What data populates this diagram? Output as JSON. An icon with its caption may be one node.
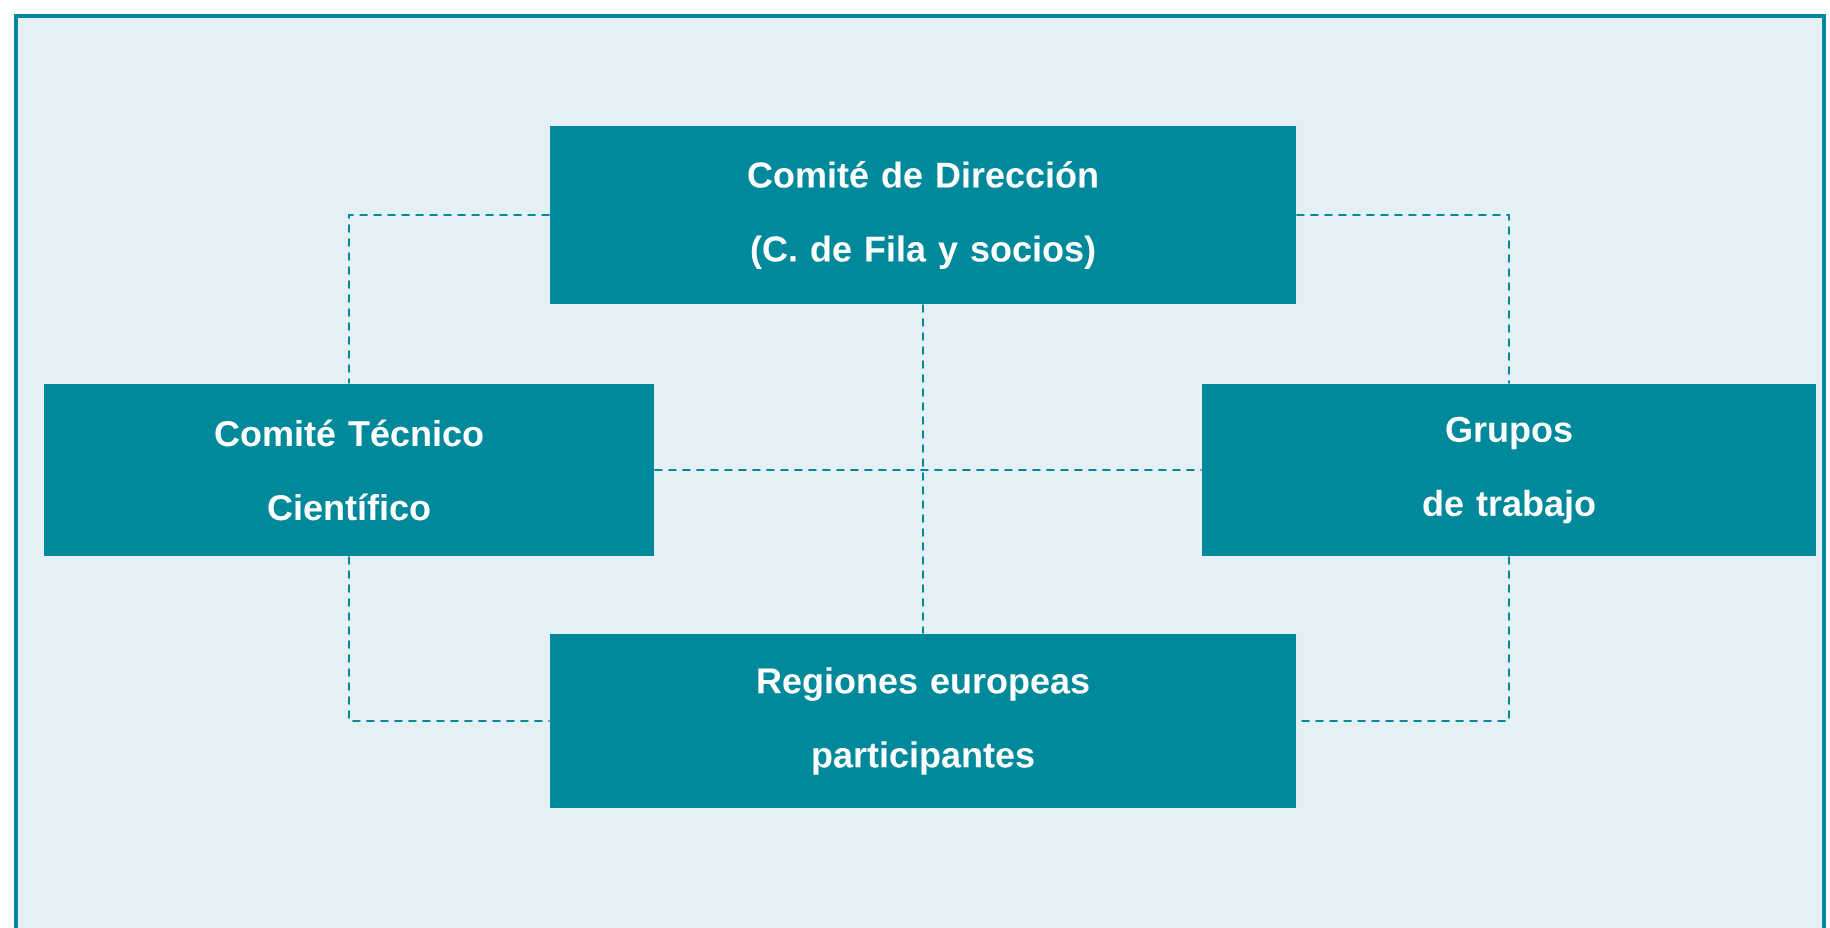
{
  "diagram": {
    "nodes": [
      {
        "text": [
          "Comité de Dirección (C. de Fila y socios)"
        ]
      },
      {
        "text": [
          "Comité Técnico Científico"
        ]
      },
      {
        "text": [
          "Grupos de trabajo"
        ]
      },
      {
        "text": [
          "Regiones europeas participantes"
        ]
      }
    ],
    "edges": [
      {
        "from": 0,
        "to": 1,
        "arrow": "none",
        "style": "dashed"
      },
      {
        "from": 0,
        "to": 2,
        "arrow": "none",
        "style": "dashed"
      },
      {
        "from": 1,
        "to": 2,
        "arrow": "none",
        "style": "dashed"
      },
      {
        "from": 0,
        "to": 3,
        "arrow": "none",
        "style": "dashed"
      },
      {
        "from": 1,
        "to": 3,
        "arrow": "none",
        "style": "dashed"
      },
      {
        "from": 2,
        "to": 3,
        "arrow": "none",
        "style": "dashed"
      }
    ]
  }
}
